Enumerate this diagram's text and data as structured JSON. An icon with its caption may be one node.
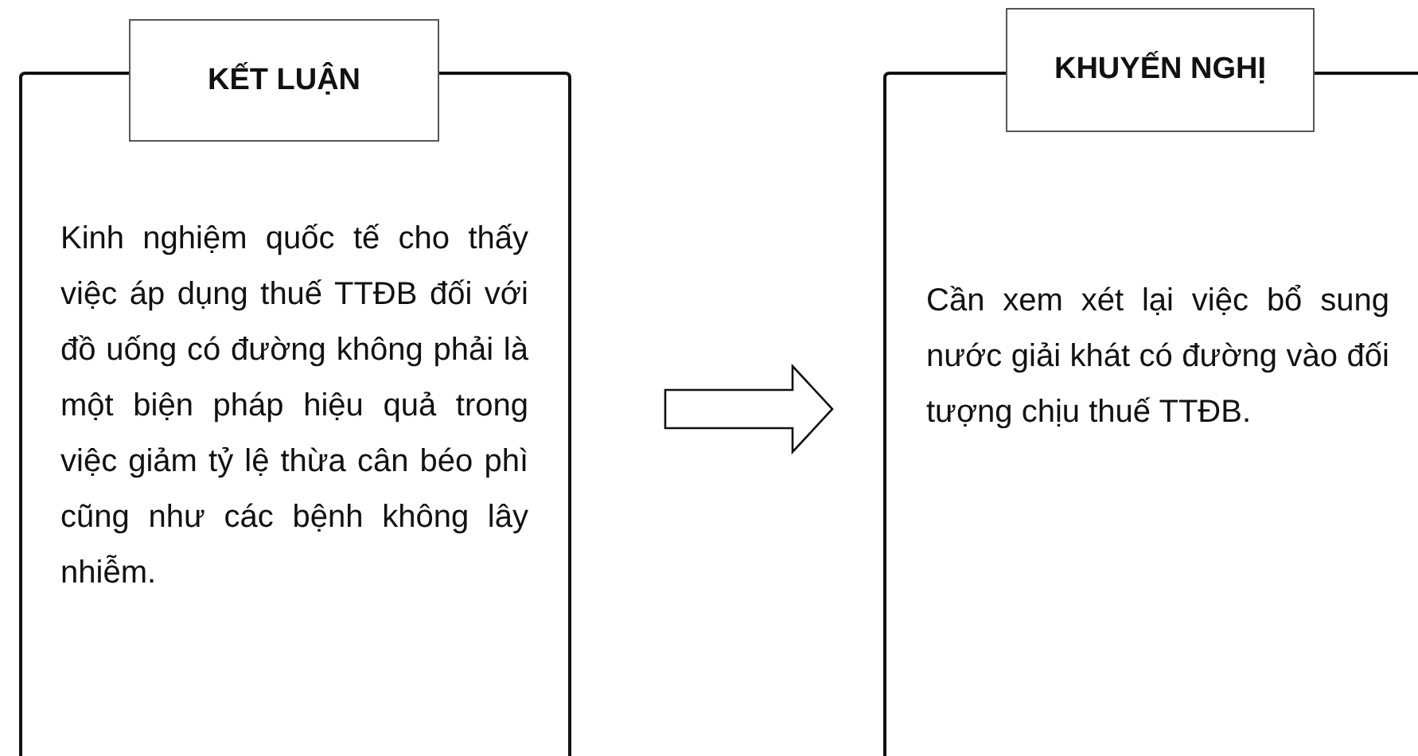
{
  "diagram": {
    "nodes": [
      {
        "text": [
          "KẾT LUẬN"
        ]
      },
      {
        "text": [
          "Kinh nghiệm quốc tế cho thấy việc áp dụng thuế TTĐB đối với đồ uống có đường không phải là một biện pháp hiệu quả trong việc giảm tỷ lệ thừa cân béo phì cũng như các bệnh không lây nhiễm."
        ]
      },
      {
        "text": [
          "KHUYẾN NGHỊ"
        ]
      },
      {
        "text": [
          "Cần xem xét lại việc bổ sung nước giải khát có đường vào đối tượng chịu thuế TTĐB."
        ]
      }
    ],
    "edges": [
      {
        "from": 1,
        "to": 3,
        "arrow": "to"
      }
    ]
  }
}
